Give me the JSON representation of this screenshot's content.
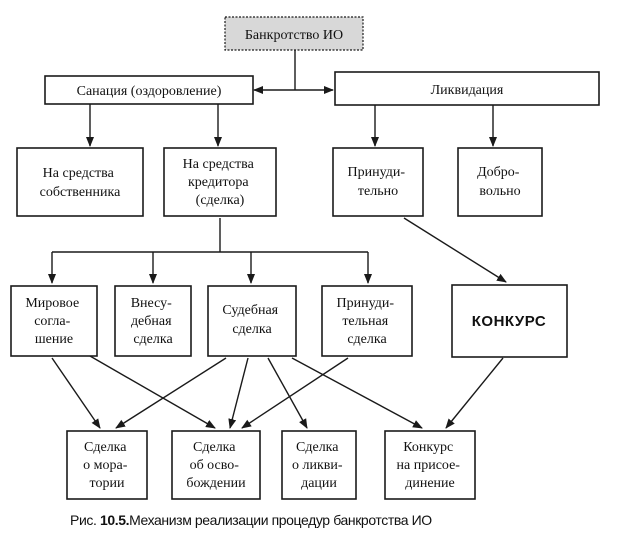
{
  "nodes": {
    "root": {
      "lines": [
        "Банкротство ИО"
      ]
    },
    "sanation": {
      "lines": [
        "Санация (оздоровление)"
      ]
    },
    "liquidation": {
      "lines": [
        "Ликвидация"
      ]
    },
    "owner_funds": {
      "lines": [
        "На средства",
        "собственника"
      ]
    },
    "creditor_funds": {
      "lines": [
        "На средства",
        "кредитора",
        "(сделка)"
      ]
    },
    "forced": {
      "lines": [
        "Принуди-",
        "тельно"
      ]
    },
    "voluntary": {
      "lines": [
        "Добро-",
        "вольно"
      ]
    },
    "amicable": {
      "lines": [
        "Мировое",
        "согла-",
        "шение"
      ]
    },
    "out_of_court": {
      "lines": [
        "Внесу-",
        "дебная",
        "сделка"
      ]
    },
    "judicial": {
      "lines": [
        "Судебная",
        "сделка"
      ]
    },
    "forced_deal": {
      "lines": [
        "Принуди-",
        "тельная",
        "сделка"
      ]
    },
    "contest": {
      "lines": [
        "КОНКУРС"
      ]
    },
    "moratorium": {
      "lines": [
        "Сделка",
        "о мора-",
        "тории"
      ]
    },
    "release": {
      "lines": [
        "Сделка",
        "об осво-",
        "бождении"
      ]
    },
    "liquidation_deal": {
      "lines": [
        "Сделка",
        "о ликви-",
        "дации"
      ]
    },
    "contest_join": {
      "lines": [
        "Конкурс",
        "на присое-",
        "динение"
      ]
    }
  },
  "caption": {
    "prefix": "Рис. ",
    "number": "10.5.",
    "text": "Механизм реализации процедур банкротства ИО"
  }
}
